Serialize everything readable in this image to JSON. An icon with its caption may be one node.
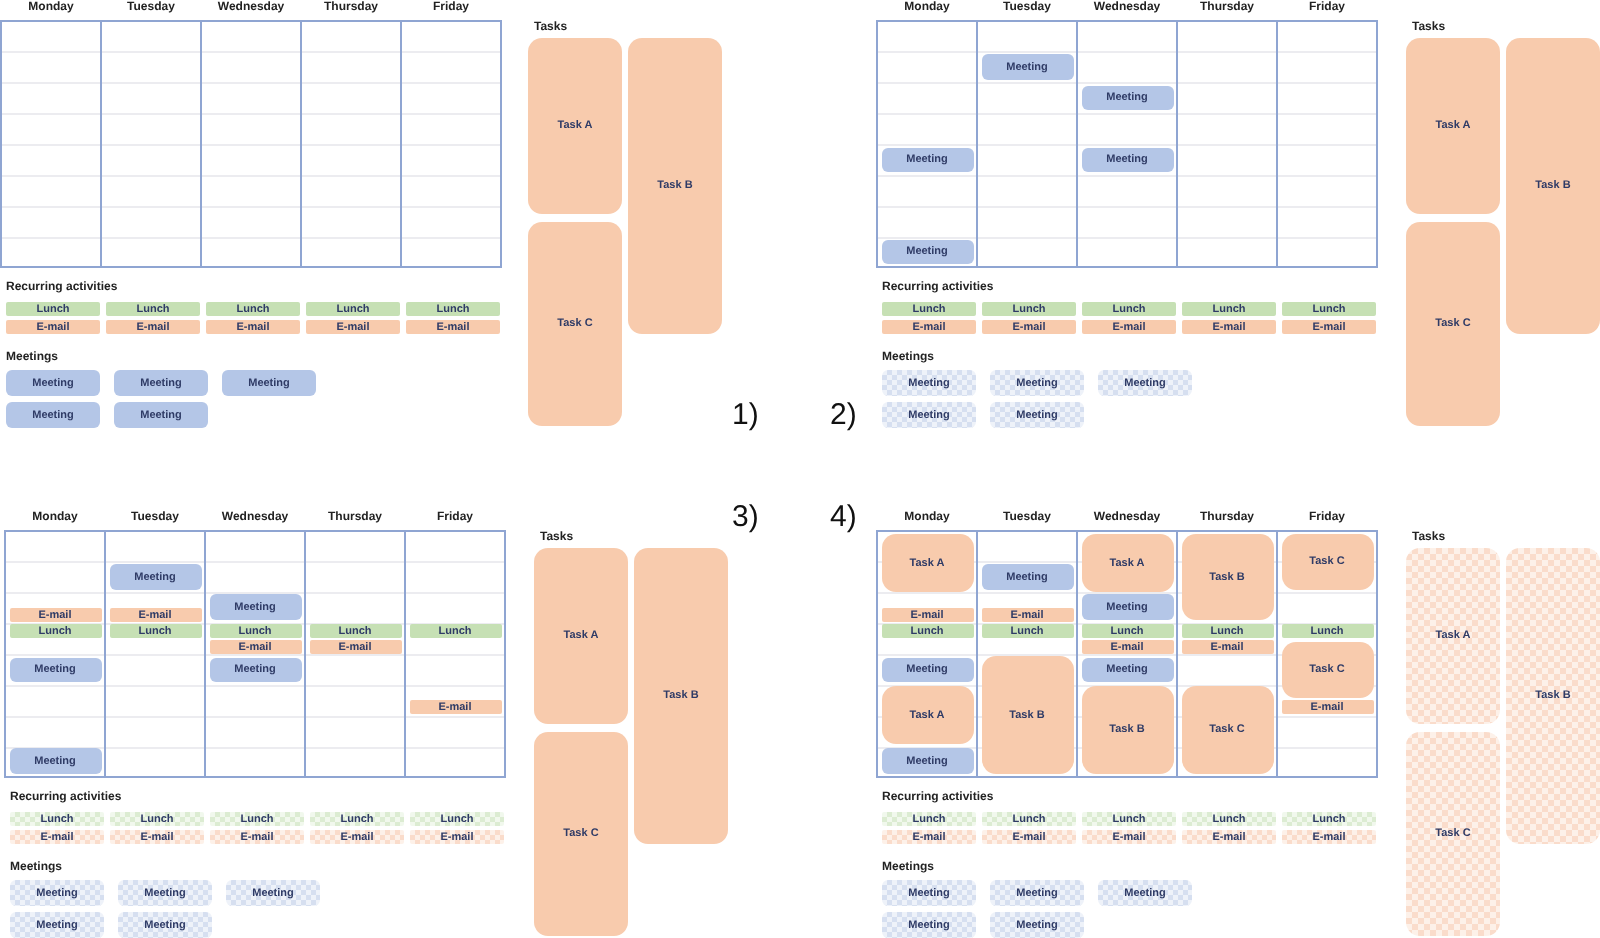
{
  "diagram": {
    "nodes": [
      {
        "text": [
          "Monday"
        ]
      },
      {
        "text": [
          "Tuesday"
        ]
      },
      {
        "text": [
          "Wednesday"
        ]
      },
      {
        "text": [
          "Thursday"
        ]
      },
      {
        "text": [
          "Friday"
        ]
      },
      {
        "text": [
          "Lunch"
        ]
      },
      {
        "text": [
          "Lunch"
        ]
      },
      {
        "text": [
          "Lunch"
        ]
      },
      {
        "text": [
          "Lunch"
        ]
      },
      {
        "text": [
          "Lunch"
        ]
      },
      {
        "text": [
          "E-mail"
        ]
      },
      {
        "text": [
          "E-mail"
        ]
      },
      {
        "text": [
          "E-mail"
        ]
      },
      {
        "text": [
          "E-mail"
        ]
      },
      {
        "text": [
          "E-mail"
        ]
      },
      {
        "text": [
          "Meeting"
        ]
      },
      {
        "text": [
          "Meeting"
        ]
      },
      {
        "text": [
          "Meeting"
        ]
      },
      {
        "text": [
          "Meeting"
        ]
      },
      {
        "text": [
          "Meeting"
        ]
      },
      {
        "text": [
          "Task A"
        ]
      },
      {
        "text": [
          "Task B"
        ]
      },
      {
        "text": [
          "Task C"
        ]
      },
      {
        "text": [
          "Monday"
        ]
      },
      {
        "text": [
          "Meeting"
        ],
        "in": 23
      },
      {
        "text": [
          "Meeting"
        ],
        "in": 23
      },
      {
        "text": [
          "Tuesday"
        ]
      },
      {
        "text": [
          "Meeting"
        ],
        "in": 26
      },
      {
        "text": [
          "Wednesday"
        ]
      },
      {
        "text": [
          "Meeting"
        ],
        "in": 28
      },
      {
        "text": [
          "Meeting"
        ],
        "in": 28
      },
      {
        "text": [
          "Thursday"
        ]
      },
      {
        "text": [
          "Friday"
        ]
      },
      {
        "text": [
          "Lunch"
        ]
      },
      {
        "text": [
          "Lunch"
        ]
      },
      {
        "text": [
          "Lunch"
        ]
      },
      {
        "text": [
          "Lunch"
        ]
      },
      {
        "text": [
          "Lunch"
        ]
      },
      {
        "text": [
          "E-mail"
        ]
      },
      {
        "text": [
          "E-mail"
        ]
      },
      {
        "text": [
          "E-mail"
        ]
      },
      {
        "text": [
          "E-mail"
        ]
      },
      {
        "text": [
          "E-mail"
        ]
      },
      {
        "text": [
          "Meeting"
        ]
      },
      {
        "text": [
          "Meeting"
        ]
      },
      {
        "text": [
          "Meeting"
        ]
      },
      {
        "text": [
          "Meeting"
        ]
      },
      {
        "text": [
          "Meeting"
        ]
      },
      {
        "text": [
          "Task A"
        ]
      },
      {
        "text": [
          "Task B"
        ]
      },
      {
        "text": [
          "Task C"
        ]
      },
      {
        "text": [
          "Monday"
        ]
      },
      {
        "text": [
          "E-mail"
        ],
        "in": 51
      },
      {
        "text": [
          "Lunch"
        ],
        "in": 51
      },
      {
        "text": [
          "Meeting"
        ],
        "in": 51
      },
      {
        "text": [
          "Meeting"
        ],
        "in": 51
      },
      {
        "text": [
          "Tuesday"
        ]
      },
      {
        "text": [
          "Meeting"
        ],
        "in": 56
      },
      {
        "text": [
          "E-mail"
        ],
        "in": 56
      },
      {
        "text": [
          "Lunch"
        ],
        "in": 56
      },
      {
        "text": [
          "Wednesday"
        ]
      },
      {
        "text": [
          "Meeting"
        ],
        "in": 60
      },
      {
        "text": [
          "Lunch"
        ],
        "in": 60
      },
      {
        "text": [
          "E-mail"
        ],
        "in": 60
      },
      {
        "text": [
          "Meeting"
        ],
        "in": 60
      },
      {
        "text": [
          "Thursday"
        ]
      },
      {
        "text": [
          "Lunch"
        ],
        "in": 65
      },
      {
        "text": [
          "E-mail"
        ],
        "in": 65
      },
      {
        "text": [
          "Friday"
        ]
      },
      {
        "text": [
          "Lunch"
        ],
        "in": 68
      },
      {
        "text": [
          "E-mail"
        ],
        "in": 68
      },
      {
        "text": [
          "Lunch"
        ]
      },
      {
        "text": [
          "Lunch"
        ]
      },
      {
        "text": [
          "Lunch"
        ]
      },
      {
        "text": [
          "Lunch"
        ]
      },
      {
        "text": [
          "Lunch"
        ]
      },
      {
        "text": [
          "E-mail"
        ]
      },
      {
        "text": [
          "E-mail"
        ]
      },
      {
        "text": [
          "E-mail"
        ]
      },
      {
        "text": [
          "E-mail"
        ]
      },
      {
        "text": [
          "E-mail"
        ]
      },
      {
        "text": [
          "Meeting"
        ]
      },
      {
        "text": [
          "Meeting"
        ]
      },
      {
        "text": [
          "Meeting"
        ]
      },
      {
        "text": [
          "Meeting"
        ]
      },
      {
        "text": [
          "Meeting"
        ]
      },
      {
        "text": [
          "Task A"
        ]
      },
      {
        "text": [
          "Task B"
        ]
      },
      {
        "text": [
          "Task C"
        ]
      },
      {
        "text": [
          "Monday"
        ]
      },
      {
        "text": [
          "Task A"
        ],
        "in": 89
      },
      {
        "text": [
          "E-mail"
        ],
        "in": 89
      },
      {
        "text": [
          "Lunch"
        ],
        "in": 89
      },
      {
        "text": [
          "Meeting"
        ],
        "in": 89
      },
      {
        "text": [
          "Task A"
        ],
        "in": 89
      },
      {
        "text": [
          "Meeting"
        ],
        "in": 89
      },
      {
        "text": [
          "Tuesday"
        ]
      },
      {
        "text": [
          "Meeting"
        ],
        "in": 96
      },
      {
        "text": [
          "E-mail"
        ],
        "in": 96
      },
      {
        "text": [
          "Lunch"
        ],
        "in": 96
      },
      {
        "text": [
          "Task B"
        ],
        "in": 96
      },
      {
        "text": [
          "Wednesday"
        ]
      },
      {
        "text": [
          "Task A"
        ],
        "in": 101
      },
      {
        "text": [
          "Meeting"
        ],
        "in": 101
      },
      {
        "text": [
          "Lunch"
        ],
        "in": 101
      },
      {
        "text": [
          "E-mail"
        ],
        "in": 101
      },
      {
        "text": [
          "Meeting"
        ],
        "in": 101
      },
      {
        "text": [
          "Task B"
        ],
        "in": 101
      },
      {
        "text": [
          "Thursday"
        ]
      },
      {
        "text": [
          "Task B"
        ],
        "in": 108
      },
      {
        "text": [
          "Lunch"
        ],
        "in": 108
      },
      {
        "text": [
          "E-mail"
        ],
        "in": 108
      },
      {
        "text": [
          "Task C"
        ],
        "in": 108
      },
      {
        "text": [
          "Friday"
        ]
      },
      {
        "text": [
          "Task C"
        ],
        "in": 113
      },
      {
        "text": [
          "Lunch"
        ],
        "in": 113
      },
      {
        "text": [
          "Task C"
        ],
        "in": 113
      },
      {
        "text": [
          "E-mail"
        ],
        "in": 113
      },
      {
        "text": [
          "Lunch"
        ]
      },
      {
        "text": [
          "Lunch"
        ]
      },
      {
        "text": [
          "Lunch"
        ]
      },
      {
        "text": [
          "Lunch"
        ]
      },
      {
        "text": [
          "Lunch"
        ]
      },
      {
        "text": [
          "E-mail"
        ]
      },
      {
        "text": [
          "E-mail"
        ]
      },
      {
        "text": [
          "E-mail"
        ]
      },
      {
        "text": [
          "E-mail"
        ]
      },
      {
        "text": [
          "E-mail"
        ]
      },
      {
        "text": [
          "Meeting"
        ]
      },
      {
        "text": [
          "Meeting"
        ]
      },
      {
        "text": [
          "Meeting"
        ]
      },
      {
        "text": [
          "Meeting"
        ]
      },
      {
        "text": [
          "Meeting"
        ]
      },
      {
        "text": [
          "Task A"
        ]
      },
      {
        "text": [
          "Task B"
        ]
      },
      {
        "text": [
          "Task C"
        ]
      }
    ],
    "labels": [
      "Tasks",
      "Recurring activities",
      "Meetings",
      "1)",
      "Tasks",
      "Recurring activities",
      "Meetings",
      "2)",
      "3)",
      "Tasks",
      "Recurring activities",
      "Meetings",
      "4)",
      "Tasks",
      "Recurring activities",
      "Meetings"
    ]
  }
}
